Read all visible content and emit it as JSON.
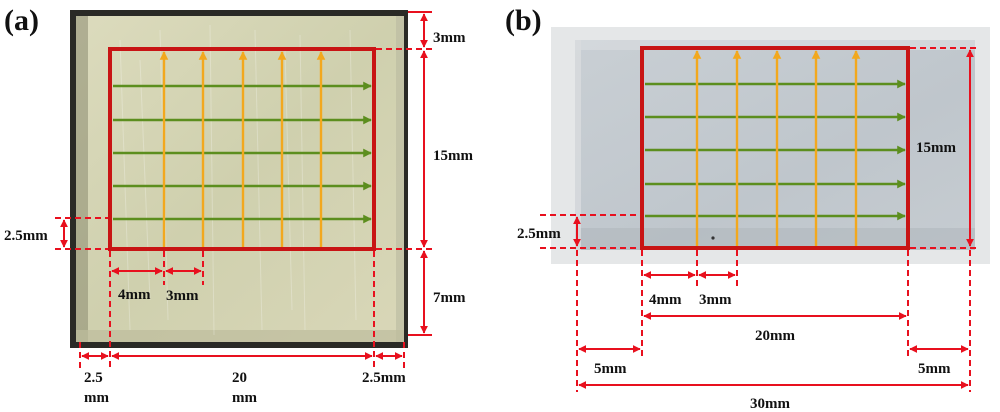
{
  "panels": {
    "a": {
      "label": "(a)",
      "dims": {
        "top": "3mm",
        "height": "15mm",
        "bottom": "7mm",
        "offset": "2.5mm",
        "x_start": "4mm",
        "x_step": "3mm",
        "left_edge_1": "2.5",
        "left_edge_2": "mm",
        "width_1": "20",
        "width_2": "mm",
        "right_edge": "2.5mm"
      }
    },
    "b": {
      "label": "(b)",
      "dims": {
        "height": "15mm",
        "offset": "2.5mm",
        "x_start": "4mm",
        "x_step": "3mm",
        "width": "20mm",
        "left_edge": "5mm",
        "right_edge": "5mm",
        "total": "30mm"
      }
    }
  },
  "colors": {
    "region": "#c81414",
    "dimension": "#e8101e",
    "scan_x": "#5c8e1e",
    "scan_y": "#f2a81e",
    "sample_a": "#d7d6b5",
    "sample_b": "#c2c9cf"
  }
}
